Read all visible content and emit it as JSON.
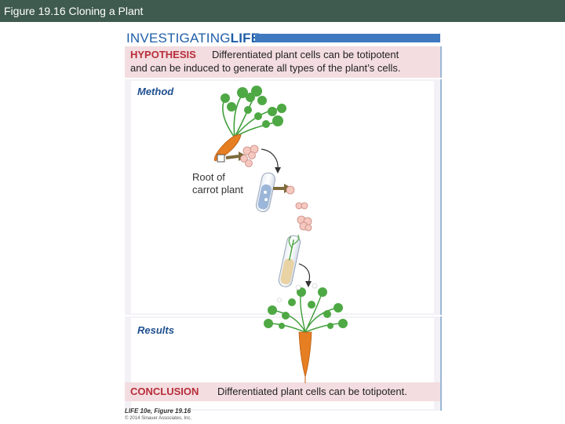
{
  "header": {
    "title": "Figure 19.16  Cloning a Plant"
  },
  "banner": {
    "investigating": "INVESTIGATING",
    "life": "LIFE"
  },
  "hypothesis": {
    "label": "HYPOTHESIS",
    "line1": "Differentiated plant cells can be totipotent",
    "line2": "and can be induced to generate all types of the plant’s cells."
  },
  "method": {
    "label": "Method",
    "root_label_1": "Root of",
    "root_label_2": "carrot plant"
  },
  "results": {
    "label": "Results"
  },
  "conclusion": {
    "label": "CONCLUSION",
    "text": "Differentiated plant cells can be totipotent."
  },
  "credit": {
    "line1": "LIFE 10e, Figure 19.16",
    "line2": "© 2014 Sinauer Associates, Inc."
  },
  "colors": {
    "title_bar": "#3f5a4f",
    "brand_blue": "#1e5ea8",
    "hypothesis_red": "#b72e3a",
    "panel_pink": "#f3dde0",
    "carrot_orange": "#e67e22",
    "leaf_green": "#3f9e3a"
  }
}
